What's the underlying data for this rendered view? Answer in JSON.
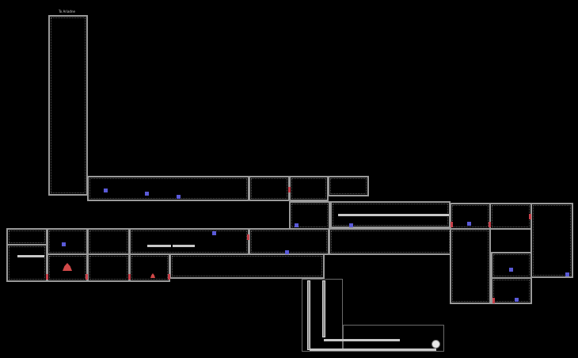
{
  "map": {
    "exit_label": "To Ariadne",
    "background": "#000000",
    "wall_color": "#9a9a9a",
    "door_color": "#c8404a",
    "save_color": "#5a5ad8",
    "boss_color": "#d04848"
  },
  "markers": {
    "boss": "boss-marker",
    "end": "end-marker"
  }
}
